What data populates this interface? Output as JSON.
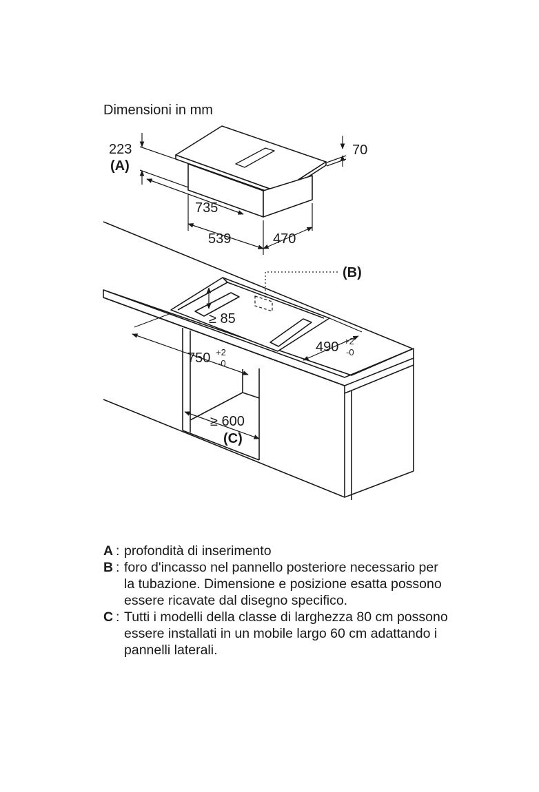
{
  "diagram": {
    "title": "Dimensioni in mm",
    "labels": {
      "d223": "223",
      "refA": "(A)",
      "d70": "70",
      "d735": "735",
      "d539": "539",
      "d470": "470",
      "refB": "(B)",
      "d85": "≥ 85",
      "d750": "750",
      "d750_tol_plus": "+2",
      "d750_tol_minus": "-0",
      "d490": "490",
      "d490_tol_plus": "+2",
      "d490_tol_minus": "-0",
      "d600": "≥ 600",
      "refC": "(C)"
    }
  },
  "legend": [
    {
      "key": "A",
      "text": "profondità di inserimento"
    },
    {
      "key": "B",
      "text": "foro d'incasso nel pannello posteriore necessario per la tubazione. Dimensione e posizione esatta possono essere ricavate dal disegno specifico."
    },
    {
      "key": "C",
      "text": "Tutti i modelli della classe di larghezza 80 cm possono essere installati in un mobile largo 60 cm adattando i pannelli laterali."
    }
  ]
}
